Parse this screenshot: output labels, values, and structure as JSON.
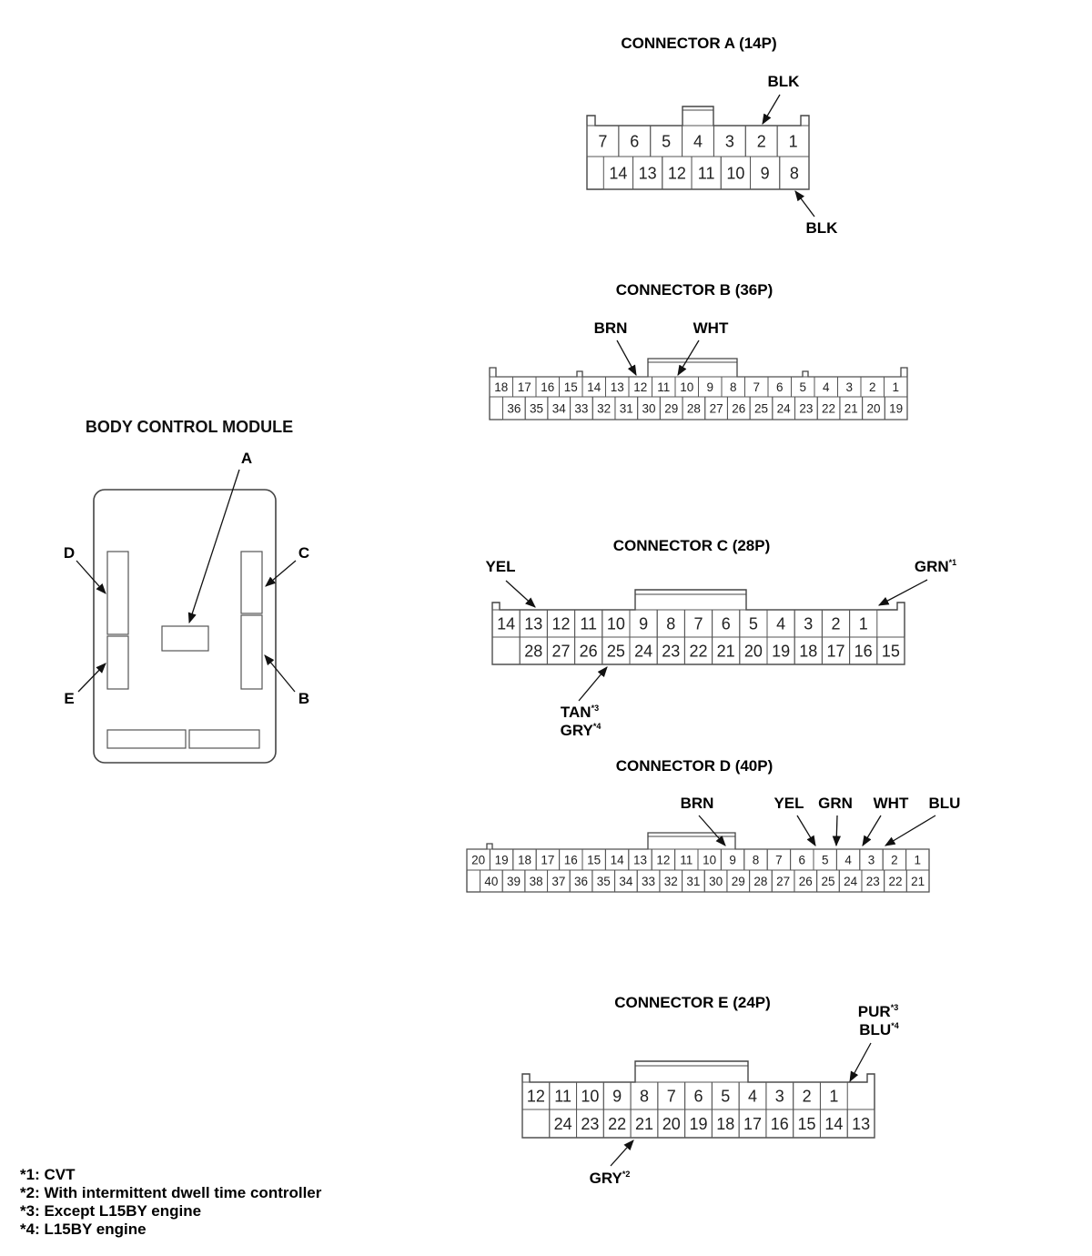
{
  "module": {
    "title": "BODY CONTROL MODULE",
    "labels": {
      "a": "A",
      "b": "B",
      "c": "C",
      "d": "D",
      "e": "E"
    }
  },
  "connector_a": {
    "title": "CONNECTOR A (14P)",
    "row1": [
      "7",
      "6",
      "5",
      "4",
      "3",
      "2",
      "1"
    ],
    "row2": [
      "14",
      "13",
      "12",
      "11",
      "10",
      "9",
      "8"
    ],
    "callouts": [
      "BLK",
      "BLK"
    ]
  },
  "connector_b": {
    "title": "CONNECTOR B (36P)",
    "row1": [
      "18",
      "17",
      "16",
      "15",
      "14",
      "13",
      "12",
      "11",
      "10",
      "9",
      "8",
      "7",
      "6",
      "5",
      "4",
      "3",
      "2",
      "1"
    ],
    "row2": [
      "36",
      "35",
      "34",
      "33",
      "32",
      "31",
      "30",
      "29",
      "28",
      "27",
      "26",
      "25",
      "24",
      "23",
      "22",
      "21",
      "20",
      "19"
    ],
    "callouts": [
      "BRN",
      "WHT"
    ]
  },
  "connector_c": {
    "title": "CONNECTOR C (28P)",
    "row1": [
      "14",
      "13",
      "12",
      "11",
      "10",
      "9",
      "8",
      "7",
      "6",
      "5",
      "4",
      "3",
      "2",
      "1"
    ],
    "row2": [
      "28",
      "27",
      "26",
      "25",
      "24",
      "23",
      "22",
      "21",
      "20",
      "19",
      "18",
      "17",
      "16",
      "15"
    ],
    "callouts": {
      "yel": "YEL",
      "grn": "GRN",
      "grn_note": "*1",
      "tan": "TAN",
      "tan_note": "*3",
      "gry": "GRY",
      "gry_note": "*4"
    }
  },
  "connector_d": {
    "title": "CONNECTOR D (40P)",
    "row1": [
      "20",
      "19",
      "18",
      "17",
      "16",
      "15",
      "14",
      "13",
      "12",
      "11",
      "10",
      "9",
      "8",
      "7",
      "6",
      "5",
      "4",
      "3",
      "2",
      "1"
    ],
    "row2": [
      "40",
      "39",
      "38",
      "37",
      "36",
      "35",
      "34",
      "33",
      "32",
      "31",
      "30",
      "29",
      "28",
      "27",
      "26",
      "25",
      "24",
      "23",
      "22",
      "21"
    ],
    "callouts": [
      "BRN",
      "YEL",
      "GRN",
      "WHT",
      "BLU"
    ]
  },
  "connector_e": {
    "title": "CONNECTOR E (24P)",
    "row1": [
      "12",
      "11",
      "10",
      "9",
      "8",
      "7",
      "6",
      "5",
      "4",
      "3",
      "2",
      "1"
    ],
    "row2": [
      "24",
      "23",
      "22",
      "21",
      "20",
      "19",
      "18",
      "17",
      "16",
      "15",
      "14",
      "13"
    ],
    "callouts": {
      "pur": "PUR",
      "pur_note": "*3",
      "blu": "BLU",
      "blu_note": "*4",
      "gry": "GRY",
      "gry_note": "*2"
    }
  },
  "footnotes": [
    "*1: CVT",
    "*2: With intermittent dwell time controller",
    "*3: Except L15BY engine",
    "*4: L15BY engine"
  ]
}
